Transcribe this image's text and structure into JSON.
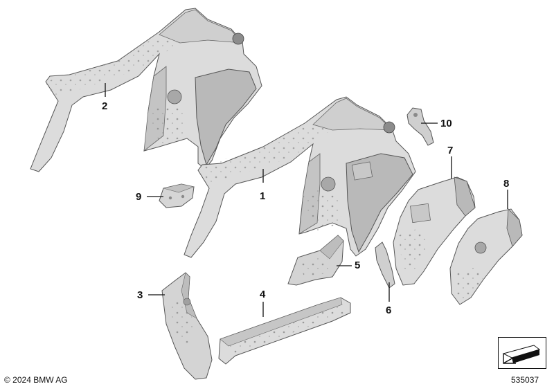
{
  "diagram": {
    "callouts": [
      {
        "id": "c1",
        "label": "1"
      },
      {
        "id": "c2",
        "label": "2"
      },
      {
        "id": "c3",
        "label": "3"
      },
      {
        "id": "c4",
        "label": "4"
      },
      {
        "id": "c5",
        "label": "5"
      },
      {
        "id": "c6",
        "label": "6"
      },
      {
        "id": "c7",
        "label": "7"
      },
      {
        "id": "c8",
        "label": "8"
      },
      {
        "id": "c9",
        "label": "9"
      },
      {
        "id": "c10",
        "label": "10"
      }
    ]
  },
  "footer": {
    "copyright": "© 2024 BMW AG",
    "diagram_id": "535037"
  },
  "icons": {
    "nav": "diagram-navigation-arrow-icon"
  },
  "colors": {
    "part_fill": "#dcdcdc",
    "part_shade": "#b9b9b9",
    "part_stroke": "#555555",
    "leader": "#111111"
  }
}
